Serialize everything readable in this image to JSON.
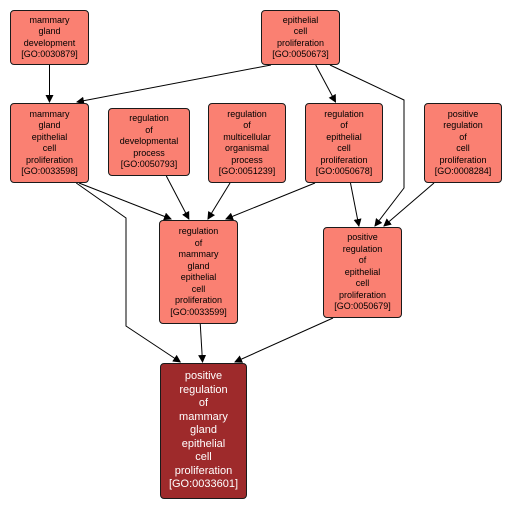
{
  "colors": {
    "node_fill": "#fa8072",
    "target_fill": "#9e2a2b",
    "border": "#1a1a1a",
    "edge": "#000000"
  },
  "nodes": {
    "go0030879": {
      "label": "mammary\ngland\ndevelopment\n[GO:0030879]"
    },
    "go0050673": {
      "label": "epithelial\ncell\nproliferation\n[GO:0050673]"
    },
    "go0033598": {
      "label": "mammary\ngland\nepithelial\ncell\nproliferation\n[GO:0033598]"
    },
    "go0050793": {
      "label": "regulation\nof\ndevelopmental\nprocess\n[GO:0050793]"
    },
    "go0051239": {
      "label": "regulation\nof\nmulticellular\norganismal\nprocess\n[GO:0051239]"
    },
    "go0050678": {
      "label": "regulation\nof\nepithelial\ncell\nproliferation\n[GO:0050678]"
    },
    "go0008284": {
      "label": "positive\nregulation\nof\ncell\nproliferation\n[GO:0008284]"
    },
    "go0033599": {
      "label": "regulation\nof\nmammary\ngland\nepithelial\ncell\nproliferation\n[GO:0033599]"
    },
    "go0050679": {
      "label": "positive\nregulation\nof\nepithelial\ncell\nproliferation\n[GO:0050679]"
    },
    "go0033601": {
      "label": "positive\nregulation\nof\nmammary\ngland\nepithelial\ncell\nproliferation\n[GO:0033601]"
    }
  },
  "edges": [
    {
      "from": "go0030879",
      "to": "go0033598"
    },
    {
      "from": "go0050673",
      "to": "go0033598"
    },
    {
      "from": "go0050673",
      "to": "go0050678"
    },
    {
      "from": "go0050673",
      "to": "go0050679"
    },
    {
      "from": "go0033598",
      "to": "go0033599"
    },
    {
      "from": "go0033598",
      "to": "go0033601"
    },
    {
      "from": "go0050793",
      "to": "go0033599"
    },
    {
      "from": "go0051239",
      "to": "go0033599"
    },
    {
      "from": "go0050678",
      "to": "go0033599"
    },
    {
      "from": "go0050678",
      "to": "go0050679"
    },
    {
      "from": "go0008284",
      "to": "go0050679"
    },
    {
      "from": "go0033599",
      "to": "go0033601"
    },
    {
      "from": "go0050679",
      "to": "go0033601"
    }
  ]
}
